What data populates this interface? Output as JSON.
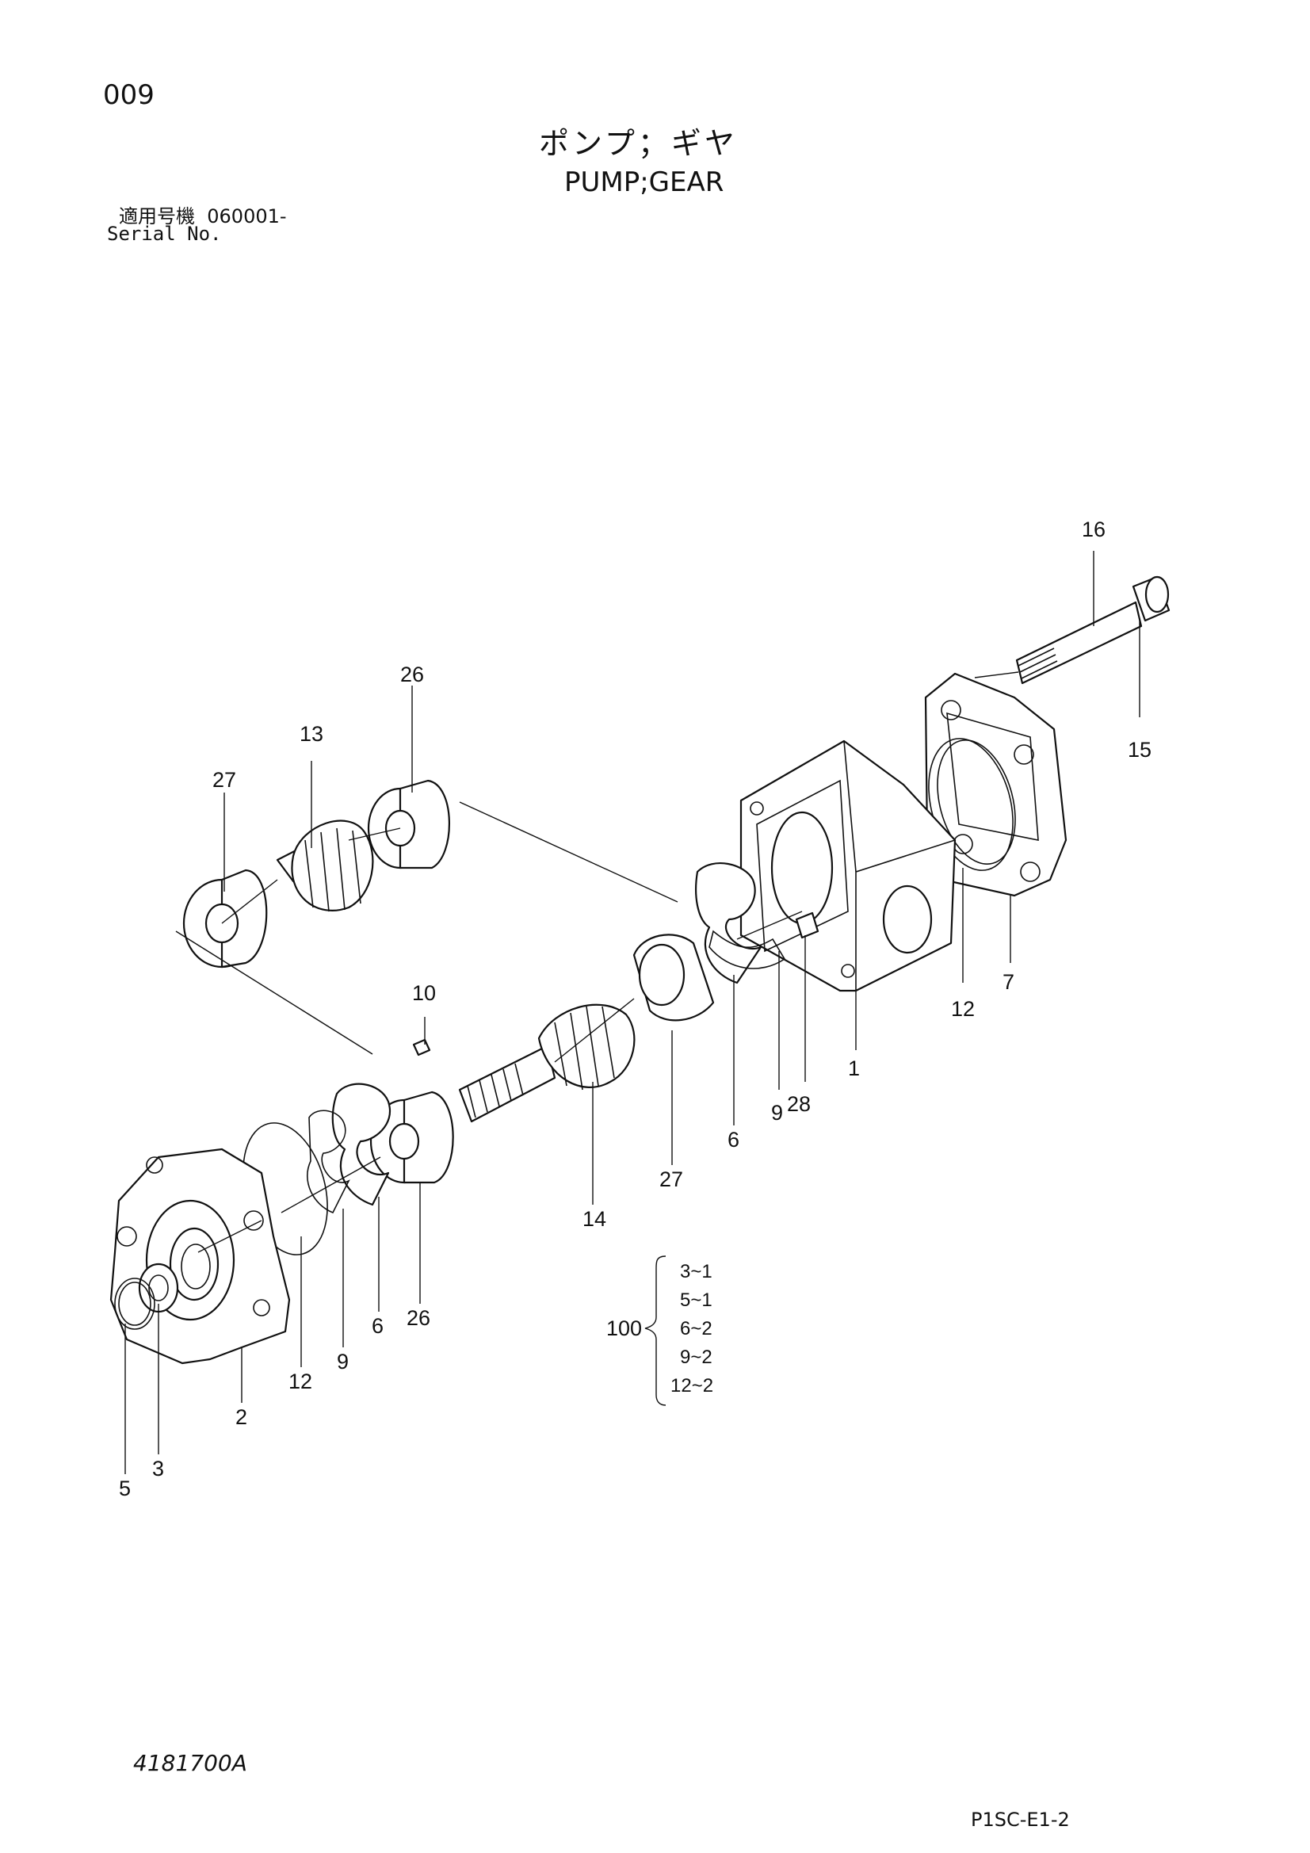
{
  "header": {
    "page_no": "009",
    "title_jp": "ポンプ；ギヤ",
    "title_en": "PUMP;GEAR",
    "serial_label_jp": "適用号機",
    "serial_from": "060001-",
    "serial_label_en": "Serial No."
  },
  "callouts": {
    "c1": "1",
    "c2": "2",
    "c3": "3",
    "c5": "5",
    "c6a": "6",
    "c6b": "6",
    "c7": "7",
    "c9a": "9",
    "c9b": "9",
    "c10": "10",
    "c12a": "12",
    "c12b": "12",
    "c13": "13",
    "c14": "14",
    "c15": "15",
    "c16": "16",
    "c26a": "26",
    "c26b": "26",
    "c27a": "27",
    "c27b": "27",
    "c28": "28"
  },
  "kit": {
    "number": "100",
    "items": [
      "3~1",
      "5~1",
      "6~2",
      "9~2",
      "12~2"
    ]
  },
  "footer": {
    "drawing_no": "4181700A",
    "sheet_code": "P1SC-E1-2"
  }
}
